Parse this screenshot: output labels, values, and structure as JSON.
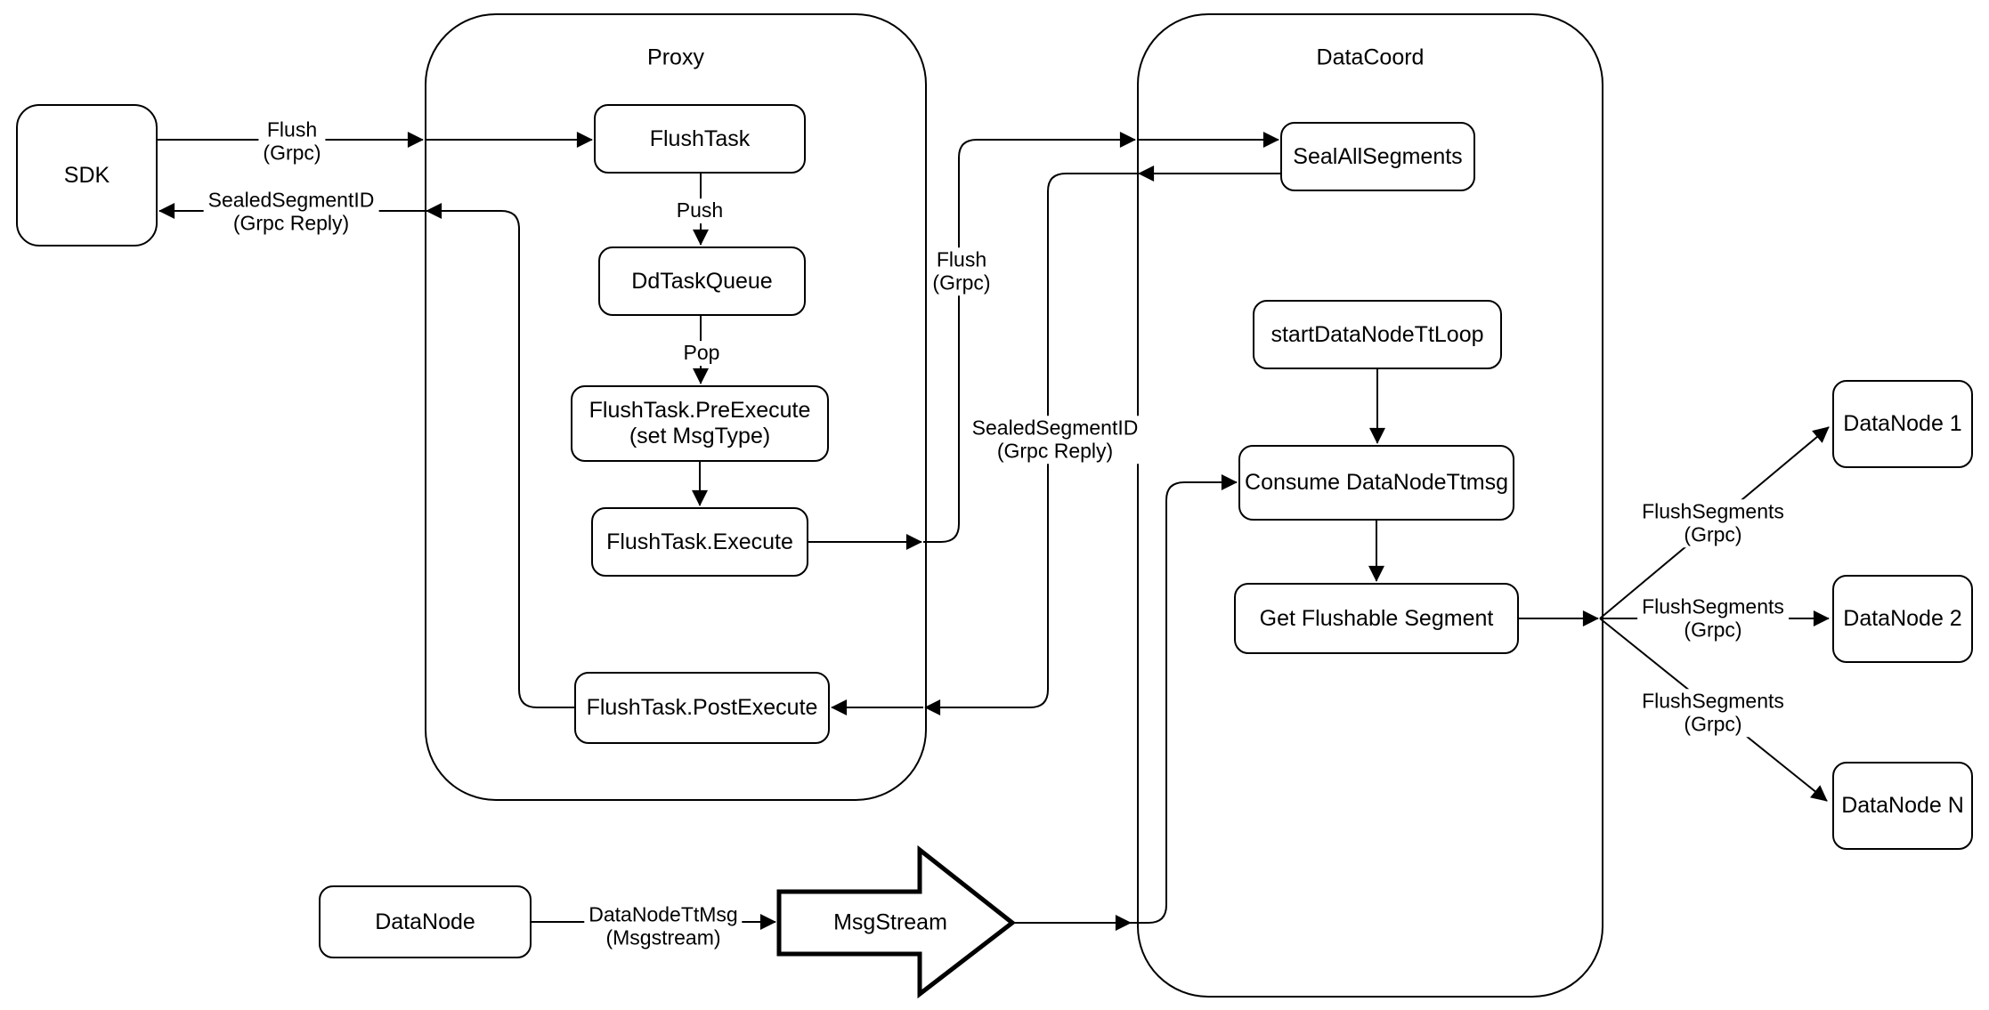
{
  "diagram": {
    "colors": {
      "stroke": "#000000",
      "background": "#ffffff"
    },
    "containers": {
      "proxy": {
        "title": "Proxy"
      },
      "datacoord": {
        "title": "DataCoord"
      }
    },
    "nodes": {
      "sdk": {
        "label": "SDK"
      },
      "flush_task": {
        "label": "FlushTask"
      },
      "dd_task_queue": {
        "label": "DdTaskQueue"
      },
      "flush_task_pre_execute": {
        "label": "FlushTask.PreExecute\n(set MsgType)"
      },
      "flush_task_execute": {
        "label": "FlushTask.Execute"
      },
      "flush_task_post_execute": {
        "label": "FlushTask.PostExecute"
      },
      "seal_all_segments": {
        "label": "SealAllSegments"
      },
      "start_datanode_tt_loop": {
        "label": "startDataNodeTtLoop"
      },
      "consume_datanode_ttmsg": {
        "label": "Consume DataNodeTtmsg"
      },
      "get_flushable_segment": {
        "label": "Get Flushable Segment"
      },
      "datanode_1": {
        "label": "DataNode 1"
      },
      "datanode_2": {
        "label": "DataNode 2"
      },
      "datanode_n": {
        "label": "DataNode N"
      },
      "datanode_source": {
        "label": "DataNode"
      },
      "msg_stream": {
        "label": "MsgStream"
      }
    },
    "edge_labels": {
      "flush_grpc_sdk_proxy": "Flush\n(Grpc)",
      "sealed_segment_id_reply_sdk": "SealedSegmentID\n(Grpc Reply)",
      "push": "Push",
      "pop": "Pop",
      "flush_grpc_proxy_datacoord": "Flush\n(Grpc)",
      "sealed_segment_id_reply_datacoord": "SealedSegmentID\n(Grpc Reply)",
      "flush_segments_grpc_1": "FlushSegments\n(Grpc)",
      "flush_segments_grpc_2": "FlushSegments\n(Grpc)",
      "flush_segments_grpc_3": "FlushSegments\n(Grpc)",
      "datanode_tt_msg_msgstream": "DataNodeTtMsg\n(Msgstream)"
    }
  }
}
